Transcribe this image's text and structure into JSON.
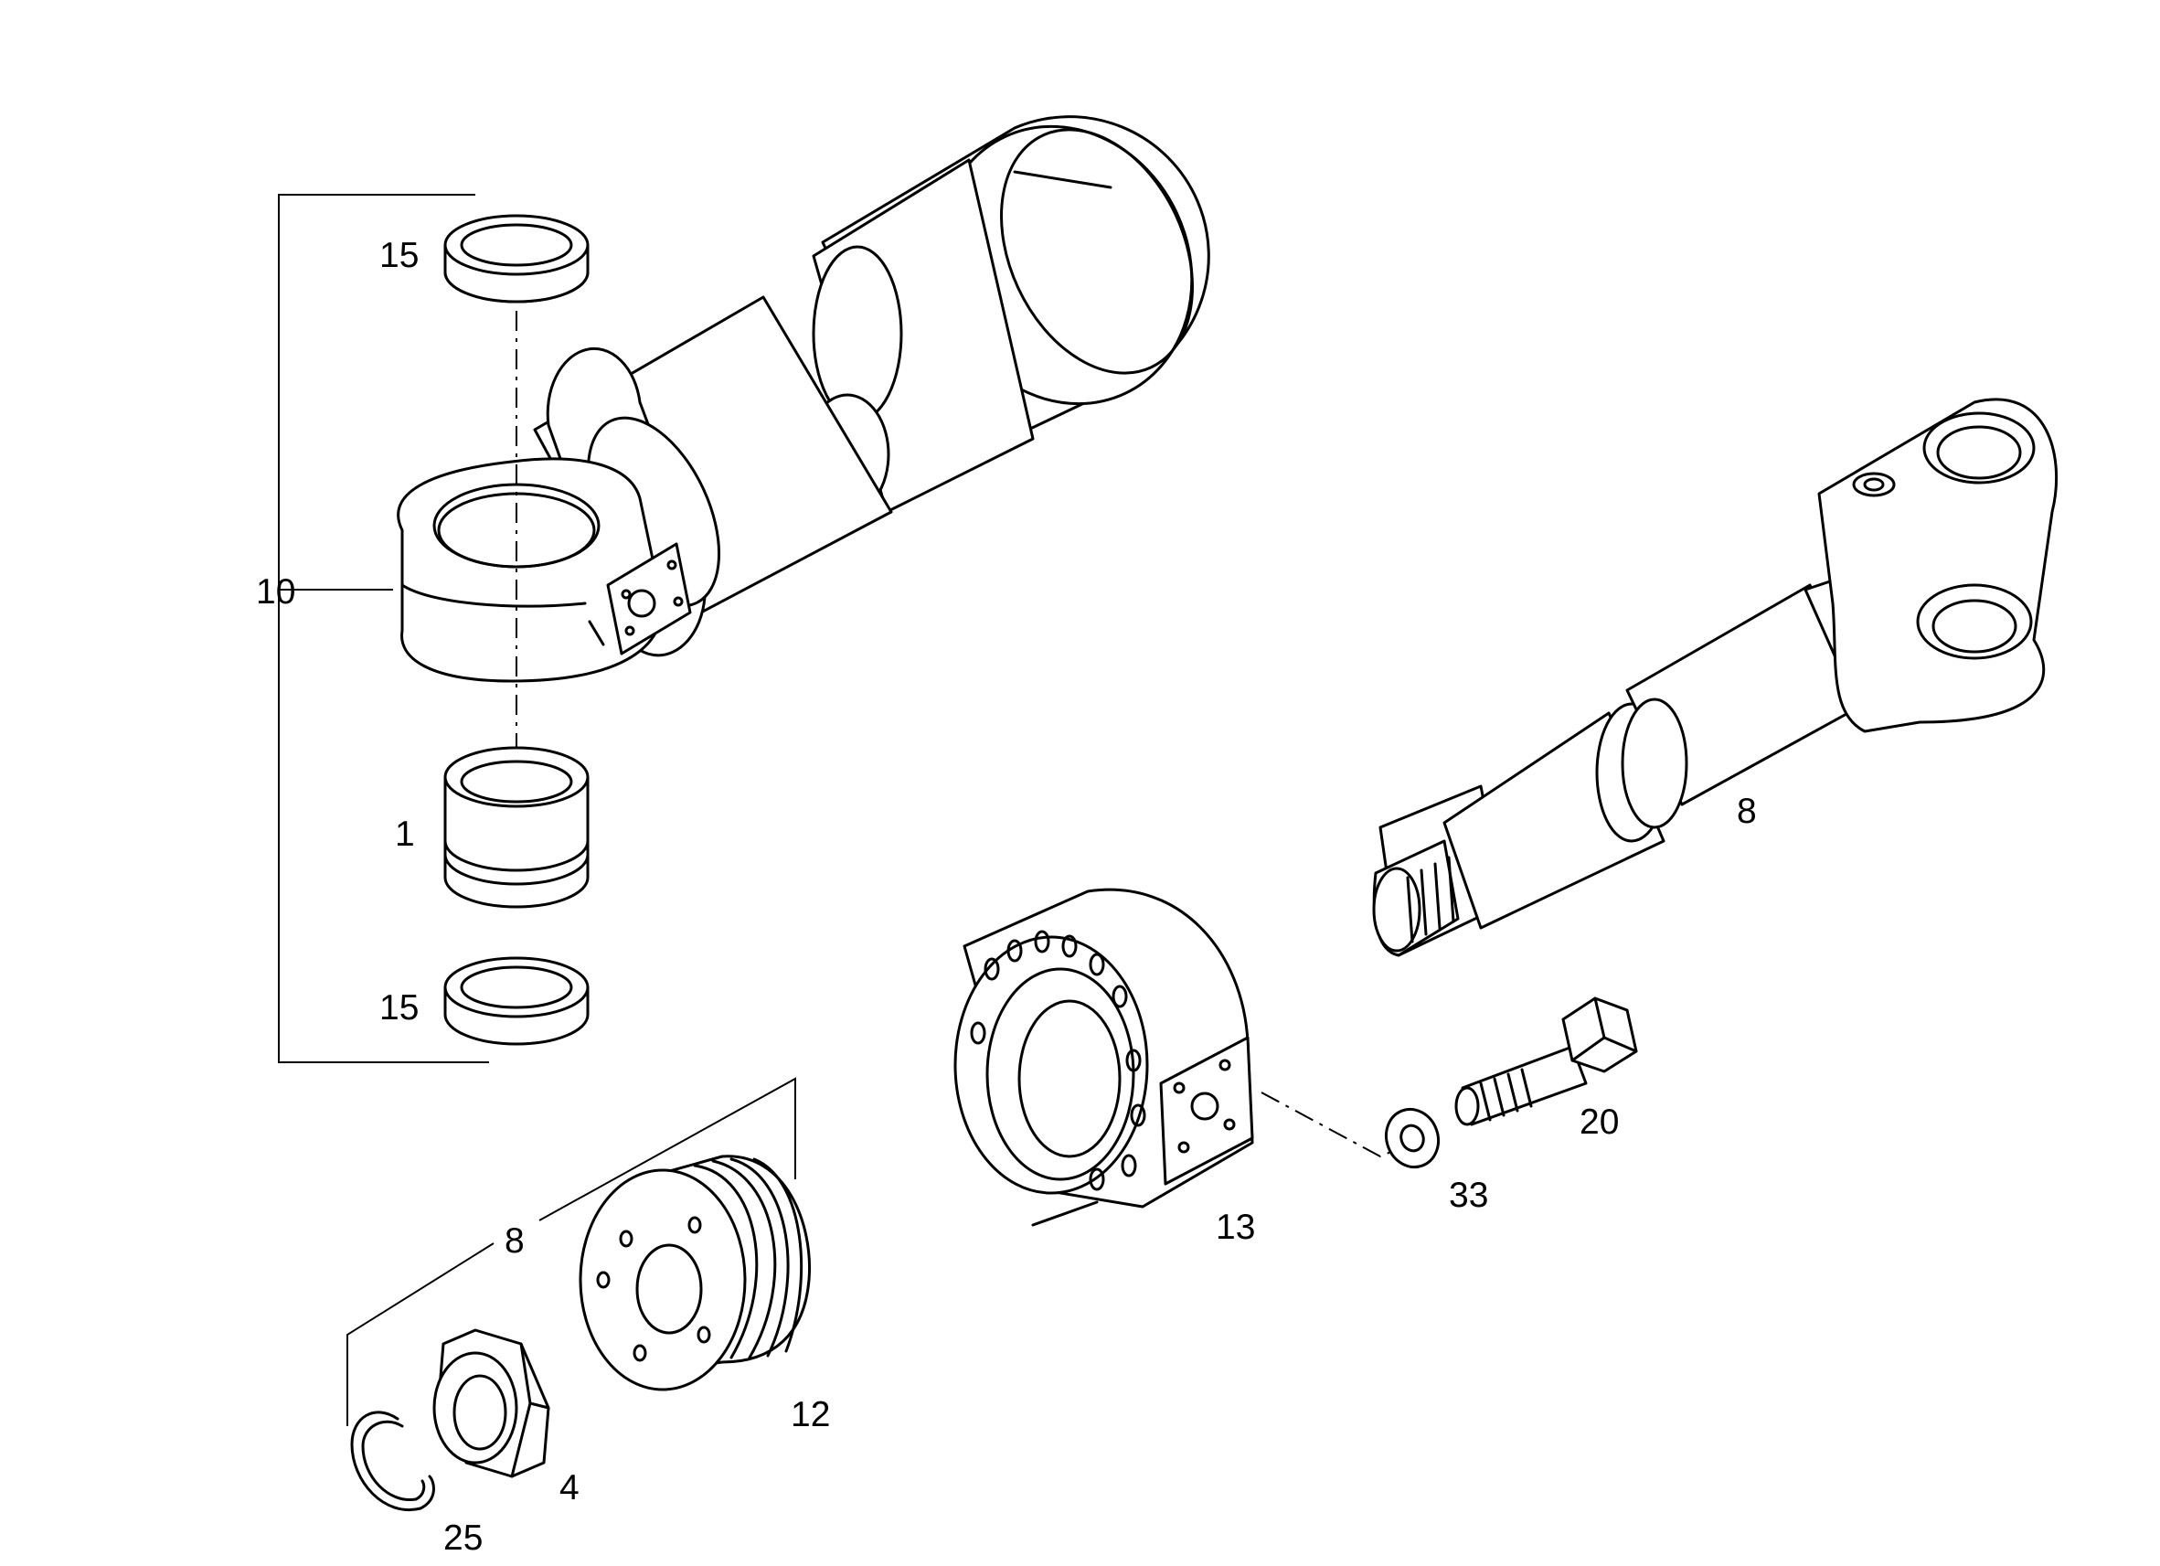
{
  "callouts": [
    {
      "key": "c15a",
      "label": "15"
    },
    {
      "key": "c10",
      "label": "10"
    },
    {
      "key": "c1",
      "label": "1"
    },
    {
      "key": "c15b",
      "label": "15"
    },
    {
      "key": "c8a",
      "label": "8"
    },
    {
      "key": "c8b",
      "label": "8"
    },
    {
      "key": "c12",
      "label": "12"
    },
    {
      "key": "c13",
      "label": "13"
    },
    {
      "key": "c33",
      "label": "33"
    },
    {
      "key": "c20",
      "label": "20"
    },
    {
      "key": "c4",
      "label": "4"
    },
    {
      "key": "c25",
      "label": "25"
    }
  ]
}
